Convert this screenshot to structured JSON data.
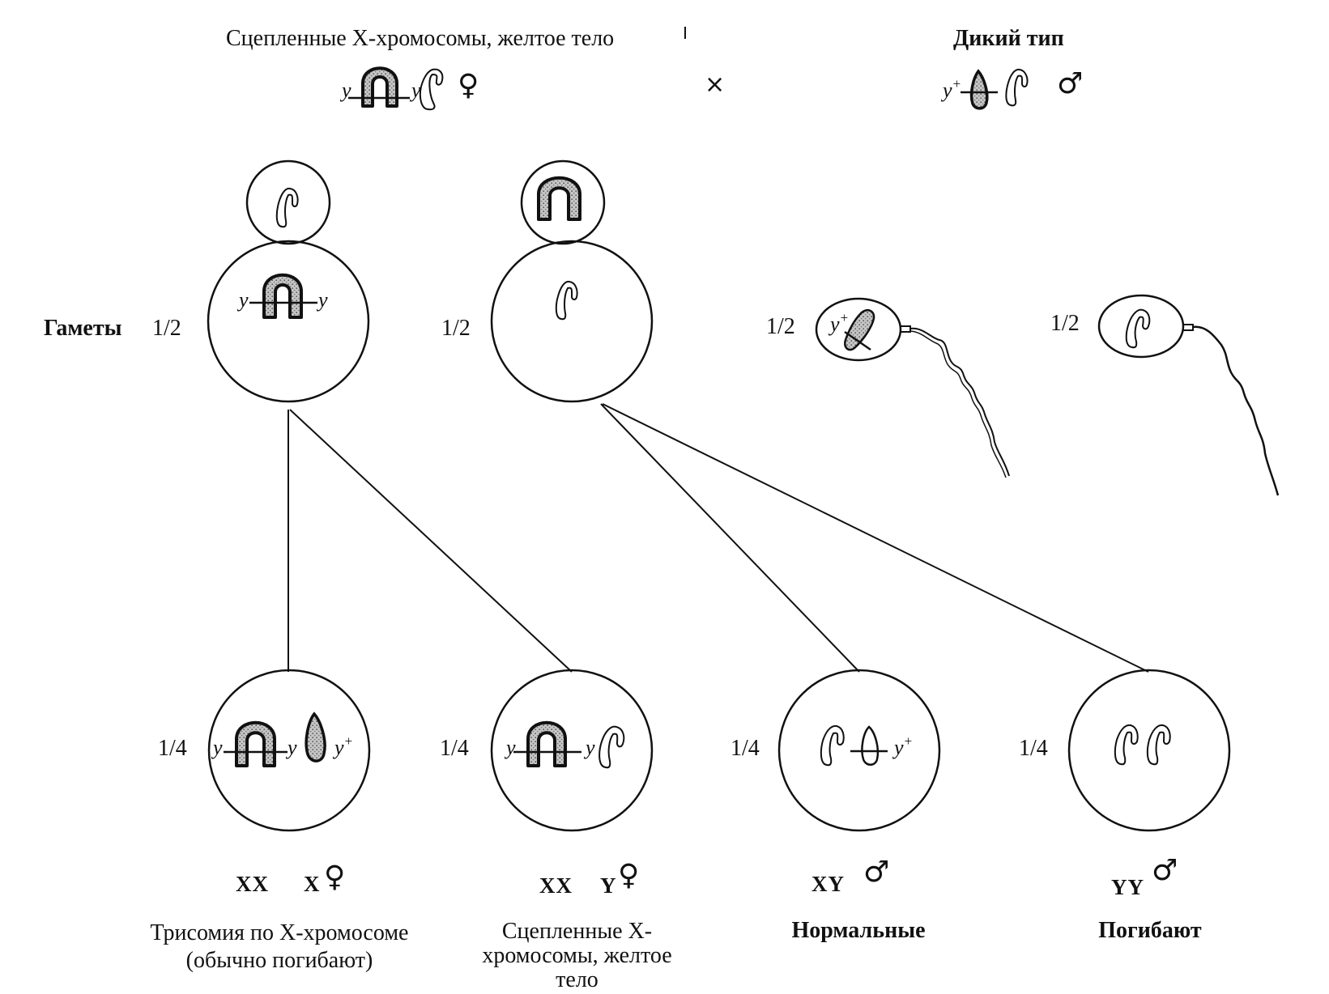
{
  "parents": {
    "female_title": "Сцепленные X-хромосомы, желтое тело",
    "male_title": "Дикий тип",
    "cross_symbol": "×",
    "female_symbol": "♀",
    "male_symbol": "♂",
    "allele_y": "y",
    "allele_y_plus": "y",
    "plus": "+"
  },
  "gametes": {
    "label": "Гаметы",
    "items": [
      {
        "fraction": "1/2"
      },
      {
        "fraction": "1/2"
      },
      {
        "fraction": "1/2"
      },
      {
        "fraction": "1/2"
      }
    ]
  },
  "offspring": [
    {
      "fraction": "1/4",
      "genotype_a": "XX",
      "genotype_b": "X",
      "sex": "♀",
      "description": "Трисомия по X-хромосоме (обычно погибают)"
    },
    {
      "fraction": "1/4",
      "genotype_a": "XX",
      "genotype_b": "Y",
      "sex": "♀",
      "description": "Сцепленные X-хромосомы, желтое тело"
    },
    {
      "fraction": "1/4",
      "genotype_a": "XY",
      "genotype_b": "",
      "sex": "♂",
      "description": "Нормальные"
    },
    {
      "fraction": "1/4",
      "genotype_a": "YY",
      "genotype_b": "",
      "sex": "♂",
      "description": "Погибают"
    }
  ],
  "colors": {
    "ink": "#111111",
    "stipple": "#9a9a9a",
    "background": "#ffffff"
  }
}
